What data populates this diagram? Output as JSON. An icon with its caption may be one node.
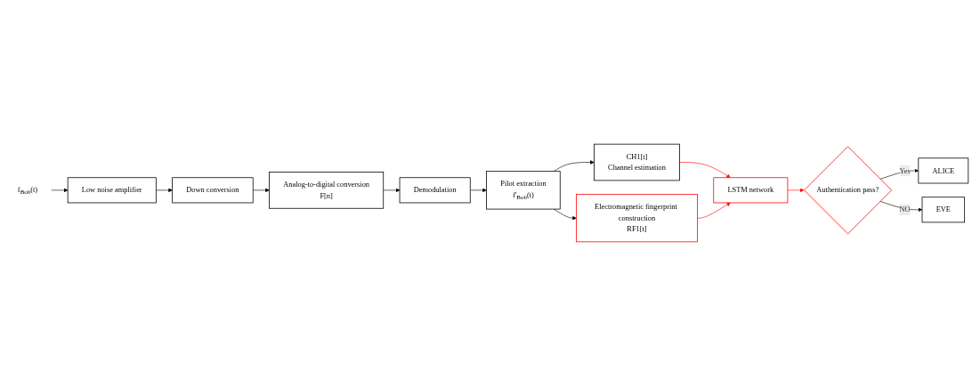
{
  "diagram": {
    "nodes": [
      {
        "text": [
          "f$_{Bob}$(t)"
        ]
      },
      {
        "text": [
          "Low noise amplifier"
        ]
      },
      {
        "text": [
          "Down conversion"
        ]
      },
      {
        "text": [
          "Analog-to-digital conversion",
          "F[n]"
        ]
      },
      {
        "text": [
          "Demodulation"
        ]
      },
      {
        "text": [
          "Pilot extraction",
          "f'$_{Bob}$(t)"
        ]
      },
      {
        "text": [
          "CH1[t]",
          "Channel estimation"
        ]
      },
      {
        "text": [
          "Electromagnetic fingerprint construction",
          "RF1[t]"
        ]
      },
      {
        "text": [
          "LSTM network"
        ]
      },
      {
        "text": [
          "Authentication pass?"
        ]
      },
      {
        "text": [
          "ALICE"
        ]
      },
      {
        "text": [
          "EVE"
        ]
      }
    ],
    "edges": [
      {
        "from": 0,
        "to": 1,
        "arrow": "to"
      },
      {
        "from": 1,
        "to": 2,
        "arrow": "to"
      },
      {
        "from": 2,
        "to": 3,
        "arrow": "to"
      },
      {
        "from": 3,
        "to": 4,
        "arrow": "to"
      },
      {
        "from": 4,
        "to": 5,
        "arrow": "to"
      },
      {
        "from": 5,
        "to": 6,
        "arrow": "to"
      },
      {
        "from": 5,
        "to": 7,
        "arrow": "to"
      },
      {
        "from": 6,
        "to": 8,
        "arrow": "to",
        "color": "#ff0000"
      },
      {
        "from": 7,
        "to": 8,
        "arrow": "to",
        "color": "#ff0000"
      },
      {
        "from": 8,
        "to": 9,
        "arrow": "to",
        "color": "#ff0000"
      },
      {
        "from": 9,
        "to": 10,
        "label": "Yes",
        "arrow": "to"
      },
      {
        "from": 9,
        "to": 11,
        "label": "NO",
        "arrow": "to"
      }
    ]
  }
}
